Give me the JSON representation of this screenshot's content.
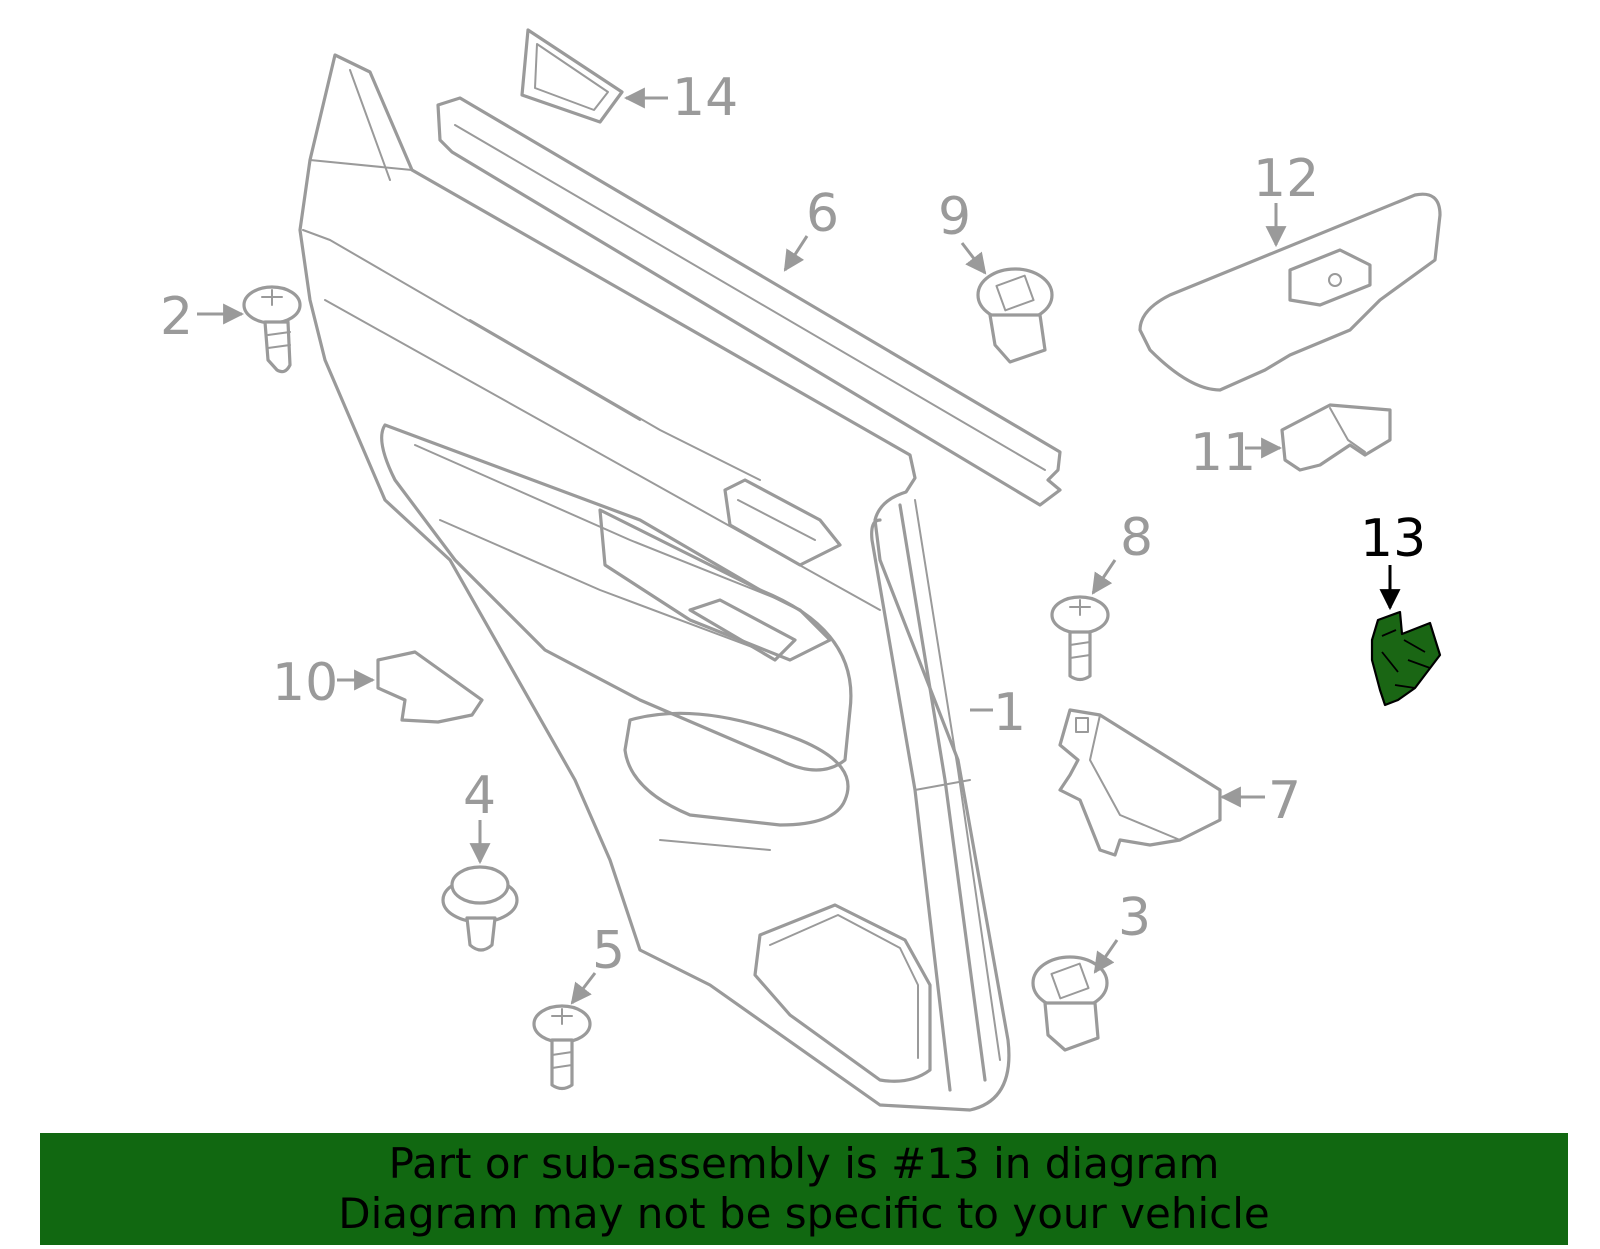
{
  "diagram": {
    "callouts": [
      {
        "id": "1",
        "label": "1"
      },
      {
        "id": "2",
        "label": "2"
      },
      {
        "id": "3",
        "label": "3"
      },
      {
        "id": "4",
        "label": "4"
      },
      {
        "id": "5",
        "label": "5"
      },
      {
        "id": "6",
        "label": "6"
      },
      {
        "id": "7",
        "label": "7"
      },
      {
        "id": "8",
        "label": "8"
      },
      {
        "id": "9",
        "label": "9"
      },
      {
        "id": "10",
        "label": "10"
      },
      {
        "id": "11",
        "label": "11"
      },
      {
        "id": "12",
        "label": "12"
      },
      {
        "id": "13",
        "label": "13"
      },
      {
        "id": "14",
        "label": "14"
      }
    ],
    "highlighted_part": "13",
    "highlight_color": "#1a6614",
    "outline_color": "#9a9a9a"
  },
  "banner": {
    "line1": "Part or sub-assembly is #13 in diagram",
    "line2": "Diagram may not be specific to your vehicle",
    "background": "#116811"
  }
}
